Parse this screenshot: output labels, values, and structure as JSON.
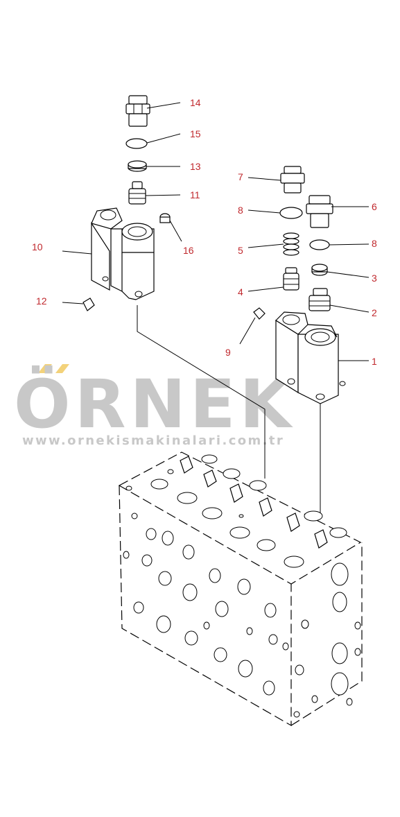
{
  "watermark": {
    "logo_text": "ÖRNEK",
    "url_text": "www.ornekismakinalari.com.tr",
    "text_color": "#c8c8c8",
    "accent_color": "#f3d27a"
  },
  "callouts": {
    "c1": "1",
    "c2": "2",
    "c3": "3",
    "c4": "4",
    "c5": "5",
    "c6": "6",
    "c7": "7",
    "c8a": "8",
    "c8b": "8",
    "c9": "9",
    "c10": "10",
    "c11": "11",
    "c12": "12",
    "c13": "13",
    "c14": "14",
    "c15": "15",
    "c16": "16",
    "label_color": "#c0282d"
  }
}
